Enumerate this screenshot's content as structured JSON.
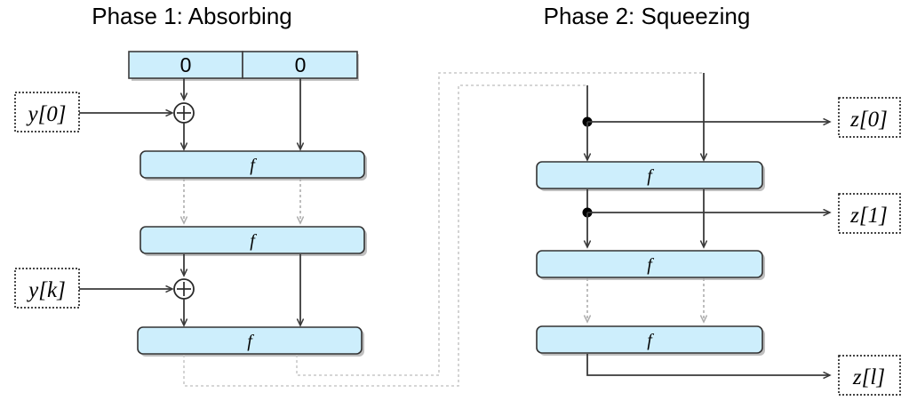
{
  "titles": {
    "phase1": "Phase 1: Absorbing",
    "phase2": "Phase 2: Squeezing"
  },
  "state": {
    "rate_value": "0",
    "capacity_value": "0"
  },
  "function_label": "f",
  "inputs": [
    {
      "name": "y0",
      "label": "y[0]"
    },
    {
      "name": "yk",
      "label": "y[k]"
    }
  ],
  "outputs": [
    {
      "name": "z0",
      "label": "z[0]"
    },
    {
      "name": "z1",
      "label": "z[1]"
    },
    {
      "name": "zl",
      "label": "z[l]"
    }
  ],
  "operators": {
    "xor_symbol": "+"
  },
  "colors": {
    "block_fill": "#cdeefc",
    "block_stroke": "#333333",
    "line": "#3a3a3a",
    "dim_line": "#adadad",
    "loop_line": "#c9c9c9",
    "text": "#000000"
  },
  "phase1_blocks": [
    {
      "name": "f-block-1",
      "label": "f"
    },
    {
      "name": "f-block-2",
      "label": "f"
    },
    {
      "name": "f-block-3",
      "label": "f"
    }
  ],
  "phase2_blocks": [
    {
      "name": "f-block-4",
      "label": "f"
    },
    {
      "name": "f-block-5",
      "label": "f"
    },
    {
      "name": "f-block-6",
      "label": "f"
    }
  ]
}
